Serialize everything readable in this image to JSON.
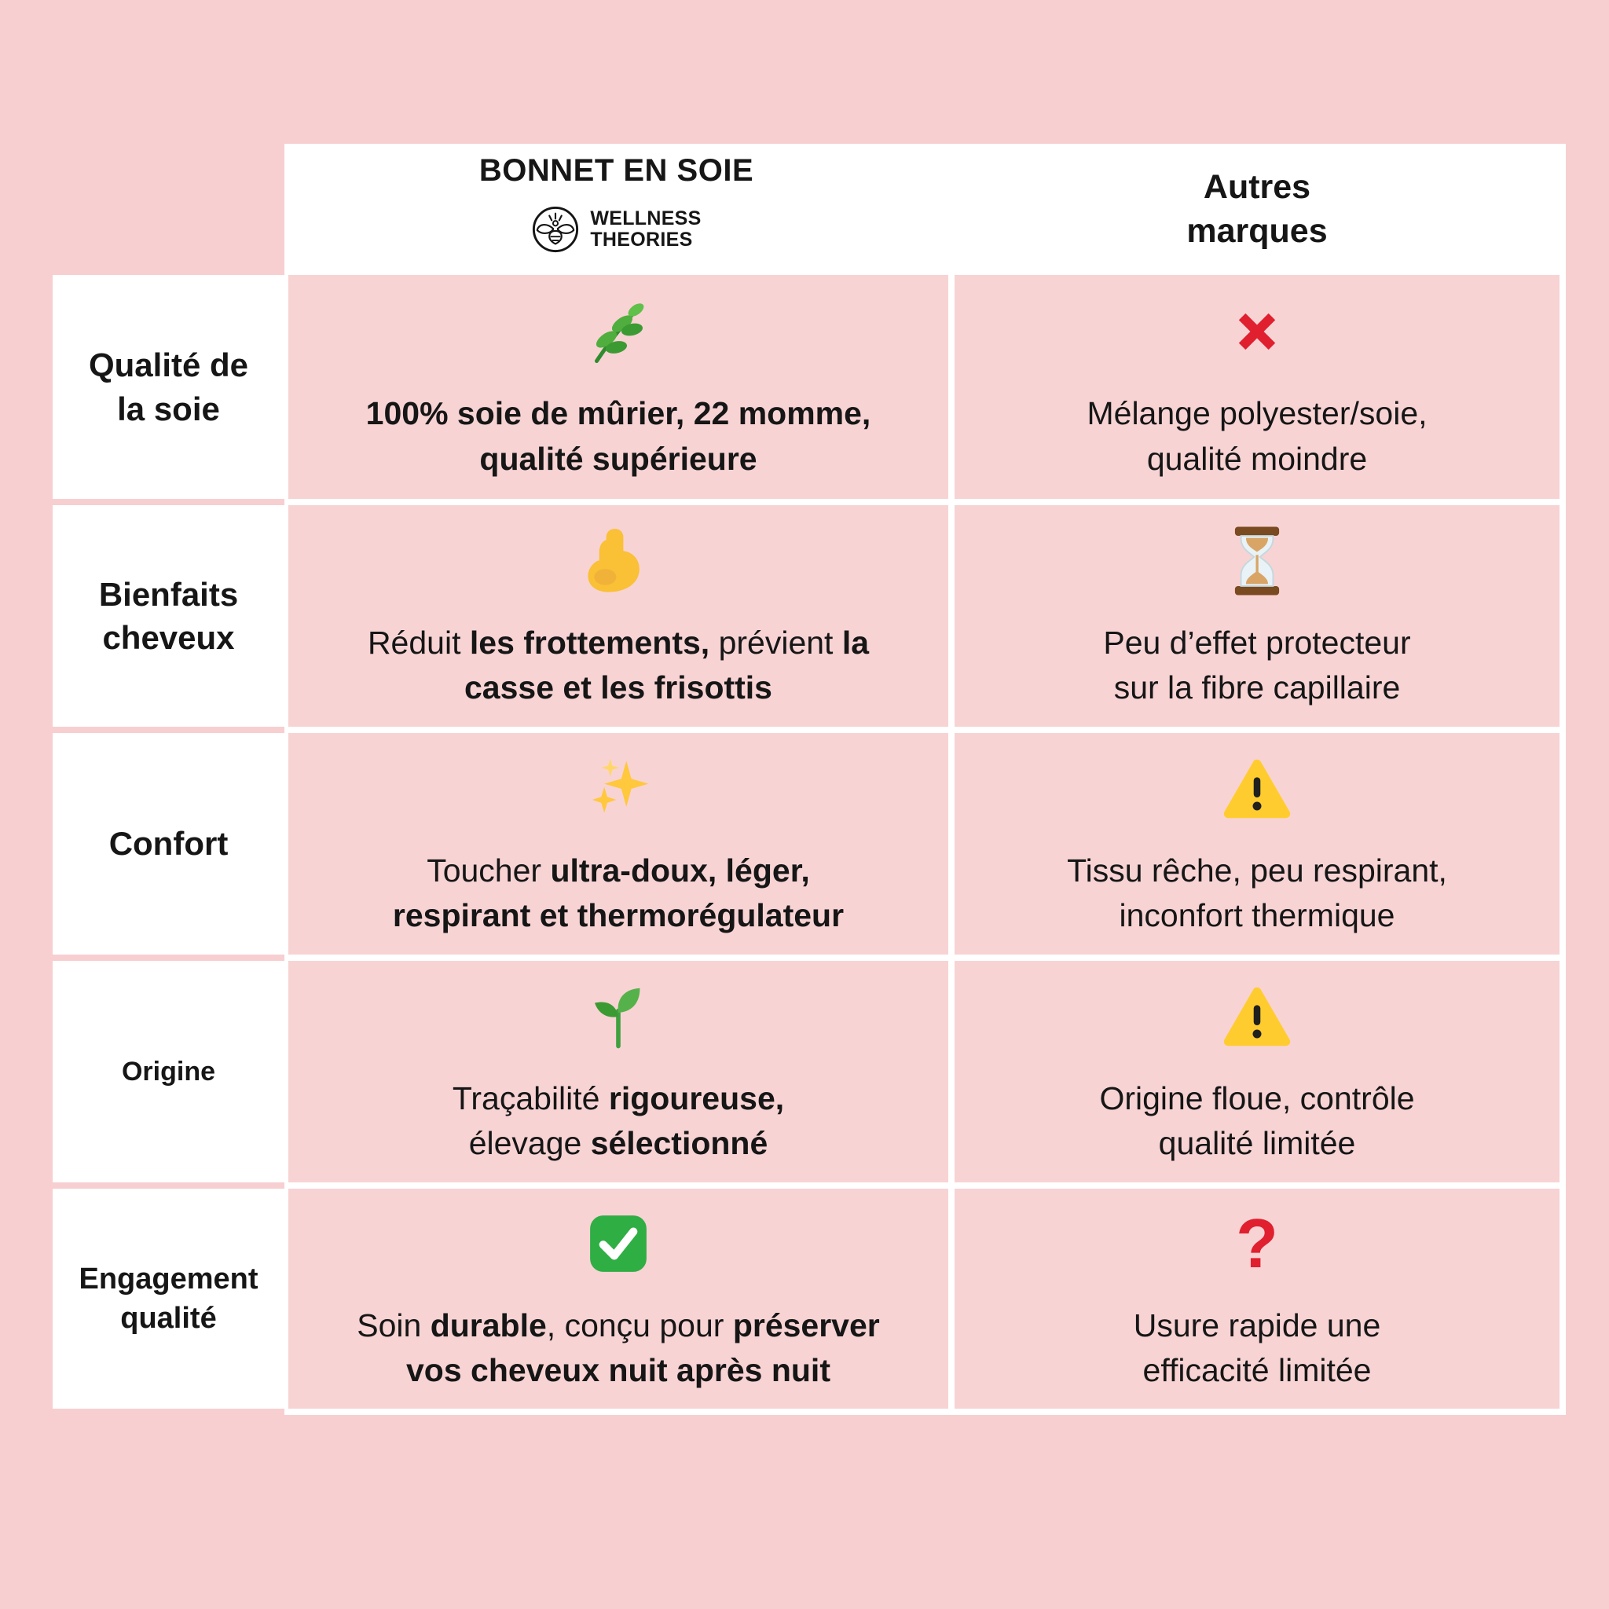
{
  "colors": {
    "page_bg": "#f7cfd0",
    "cell_bg": "#f8d3d4",
    "card_bg": "#ffffff",
    "text_color": "#161616",
    "accent_red": "#e01f2f",
    "warning_yellow": "#ffcc2f",
    "check_green": "#2fae44"
  },
  "header": {
    "brand": {
      "title": "BONNET EN SOIE",
      "logo_icon": "bee-logo-icon",
      "logo_lines": [
        "WELLNESS",
        "THEORIES"
      ]
    },
    "others": {
      "lines": [
        "Autres",
        "marques"
      ]
    }
  },
  "rows": [
    {
      "label_lines": [
        "Qualité de",
        "la soie"
      ],
      "brand": {
        "icon": "herb-icon",
        "lines": [
          [
            {
              "t": "100% soie de mûrier, 22 momme,",
              "b": true
            }
          ],
          [
            {
              "t": "qualité supérieure",
              "b": true
            }
          ]
        ]
      },
      "others": {
        "icon": "cross-icon",
        "lines": [
          [
            {
              "t": "Mélange polyester/soie,",
              "b": false
            }
          ],
          [
            {
              "t": "qualité moindre",
              "b": false
            }
          ]
        ]
      }
    },
    {
      "label_lines": [
        "Bienfaits",
        "cheveux"
      ],
      "brand": {
        "icon": "biceps-icon",
        "lines": [
          [
            {
              "t": "Réduit ",
              "b": false
            },
            {
              "t": "les frottements,",
              "b": true
            },
            {
              "t": " prévient ",
              "b": false
            },
            {
              "t": "la",
              "b": true
            }
          ],
          [
            {
              "t": "casse et les frisottis",
              "b": true
            }
          ]
        ]
      },
      "others": {
        "icon": "hourglass-icon",
        "lines": [
          [
            {
              "t": "Peu d’effet protecteur",
              "b": false
            }
          ],
          [
            {
              "t": "sur la fibre capillaire",
              "b": false
            }
          ]
        ]
      }
    },
    {
      "label_lines": [
        "Confort"
      ],
      "brand": {
        "icon": "sparkles-icon",
        "lines": [
          [
            {
              "t": "Toucher ",
              "b": false
            },
            {
              "t": "ultra-doux, léger,",
              "b": true
            }
          ],
          [
            {
              "t": "respirant et thermorégulateur",
              "b": true
            }
          ]
        ]
      },
      "others": {
        "icon": "warning-icon",
        "lines": [
          [
            {
              "t": "Tissu rêche, peu respirant,",
              "b": false
            }
          ],
          [
            {
              "t": "inconfort thermique",
              "b": false
            }
          ]
        ]
      }
    },
    {
      "label_lines": [
        "Origine"
      ],
      "brand": {
        "icon": "seedling-icon",
        "lines": [
          [
            {
              "t": "Traçabilité ",
              "b": false
            },
            {
              "t": "rigoureuse,",
              "b": true
            }
          ],
          [
            {
              "t": "élevage ",
              "b": false
            },
            {
              "t": "sélectionné",
              "b": true
            }
          ]
        ]
      },
      "others": {
        "icon": "warning-icon",
        "lines": [
          [
            {
              "t": "Origine floue, contrôle",
              "b": false
            }
          ],
          [
            {
              "t": "qualité limitée",
              "b": false
            }
          ]
        ]
      }
    },
    {
      "label_lines": [
        "Engagement",
        "qualité"
      ],
      "brand": {
        "icon": "check-icon",
        "lines": [
          [
            {
              "t": "Soin ",
              "b": false
            },
            {
              "t": "durable",
              "b": true
            },
            {
              "t": ", conçu pour ",
              "b": false
            },
            {
              "t": "préserver",
              "b": true
            }
          ],
          [
            {
              "t": "vos cheveux nuit après nuit",
              "b": true
            }
          ]
        ]
      },
      "others": {
        "icon": "question-icon",
        "lines": [
          [
            {
              "t": "Usure rapide une",
              "b": false
            }
          ],
          [
            {
              "t": "efficacité limitée",
              "b": false
            }
          ]
        ]
      }
    }
  ]
}
